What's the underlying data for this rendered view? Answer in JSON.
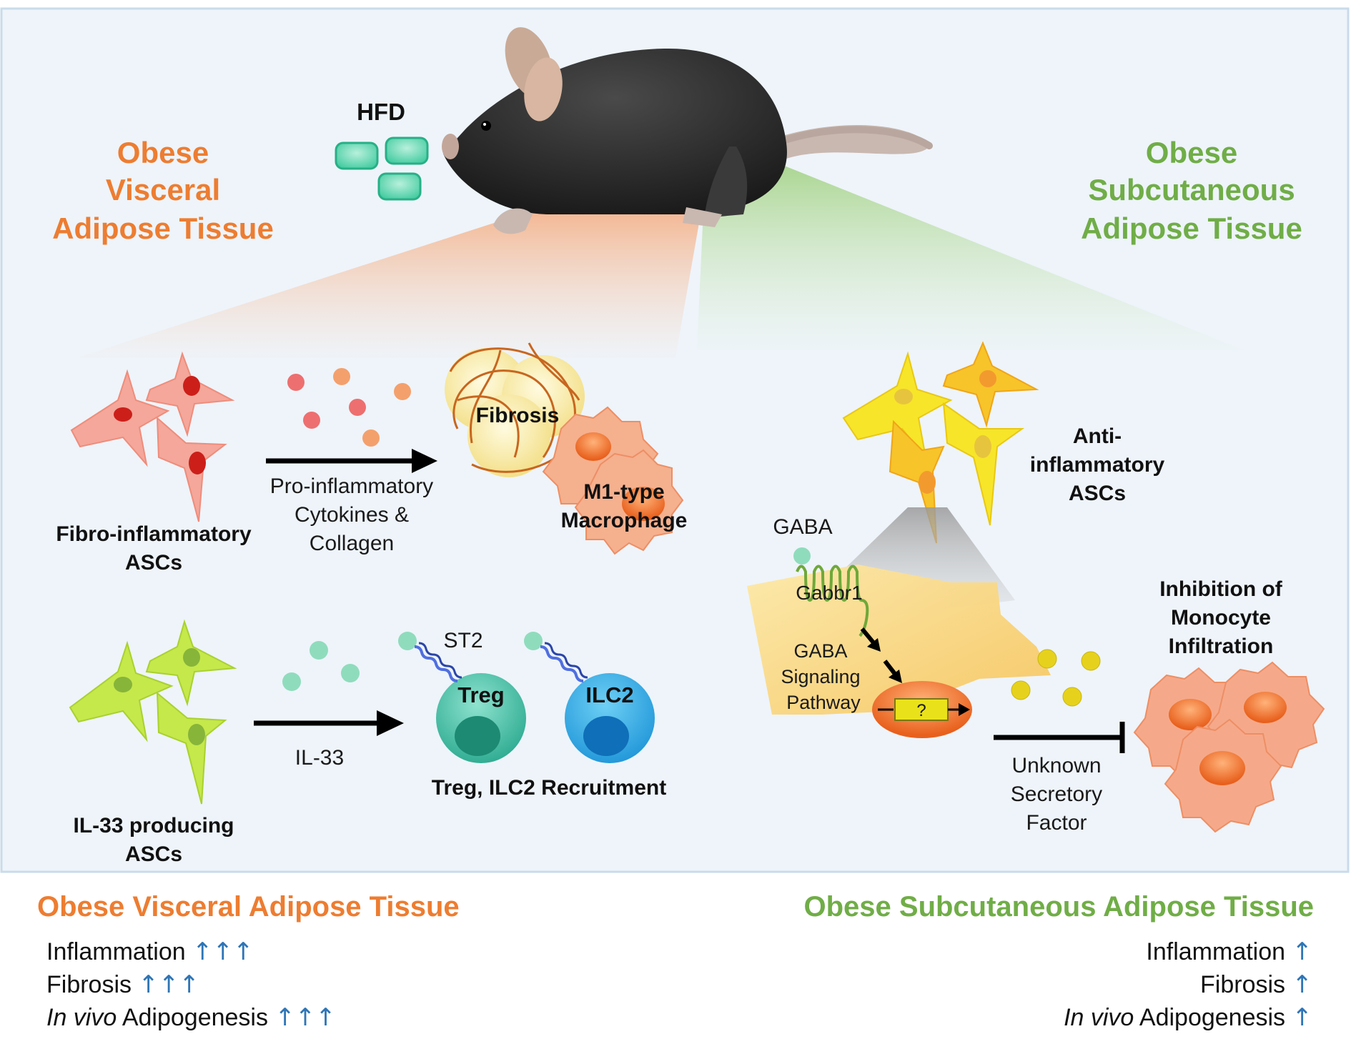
{
  "top": {
    "hfd_label": "HFD",
    "visceral_title": [
      "Obese",
      "Visceral",
      "Adipose Tissue"
    ],
    "subcutaneous_title": [
      "Obese",
      "Subcutaneous",
      "Adipose Tissue"
    ]
  },
  "visceral": {
    "fibro_asc_label": [
      "Fibro-inflammatory",
      "ASCs"
    ],
    "cytokines_label": [
      "Pro-inflammatory",
      "Cytokines  &",
      "Collagen"
    ],
    "fibrosis_label": "Fibrosis",
    "macrophage_label": [
      "M1-type",
      "Macrophage"
    ],
    "il33_asc_label": [
      "IL-33 producing",
      "ASCs"
    ],
    "il33_label": "IL-33",
    "st2_label": "ST2",
    "treg_label": "Treg",
    "ilc2_label": "ILC2",
    "recruitment_label": "Treg, ILC2 Recruitment"
  },
  "subcutaneous": {
    "anti_asc_label": [
      "Anti-",
      "inflammatory",
      "ASCs"
    ],
    "gaba_label": "GABA",
    "gabbr1_label": "Gabbr1",
    "gaba_pathway_label": [
      "GABA",
      "Signaling",
      "Pathway"
    ],
    "gene_label": "?",
    "factor_label": [
      "Unknown",
      "Secretory",
      "Factor"
    ],
    "inhibition_label": [
      "Inhibition of",
      "Monocyte",
      "Infiltration"
    ]
  },
  "summary": {
    "visceral": {
      "title": "Obese Visceral Adipose Tissue",
      "rows": [
        {
          "italic": "",
          "text": "Inflammation ",
          "arrows": "↑↑↑"
        },
        {
          "italic": "",
          "text": "Fibrosis ",
          "arrows": "↑↑↑"
        },
        {
          "italic": "In vivo",
          "text": " Adipogenesis ",
          "arrows": "↑↑↑"
        }
      ]
    },
    "subcutaneous": {
      "title": "Obese Subcutaneous Adipose Tissue",
      "rows": [
        {
          "italic": "",
          "text": "Inflammation ",
          "arrows": "↑"
        },
        {
          "italic": "",
          "text": "Fibrosis ",
          "arrows": "↑"
        },
        {
          "italic": "In vivo",
          "text": " Adipogenesis ",
          "arrows": "↑"
        }
      ]
    }
  },
  "colors": {
    "orange": "#ed7d31",
    "green": "#70ad47",
    "arrow_blue": "#2e75b6",
    "panel_bg": "#eef4fa"
  }
}
